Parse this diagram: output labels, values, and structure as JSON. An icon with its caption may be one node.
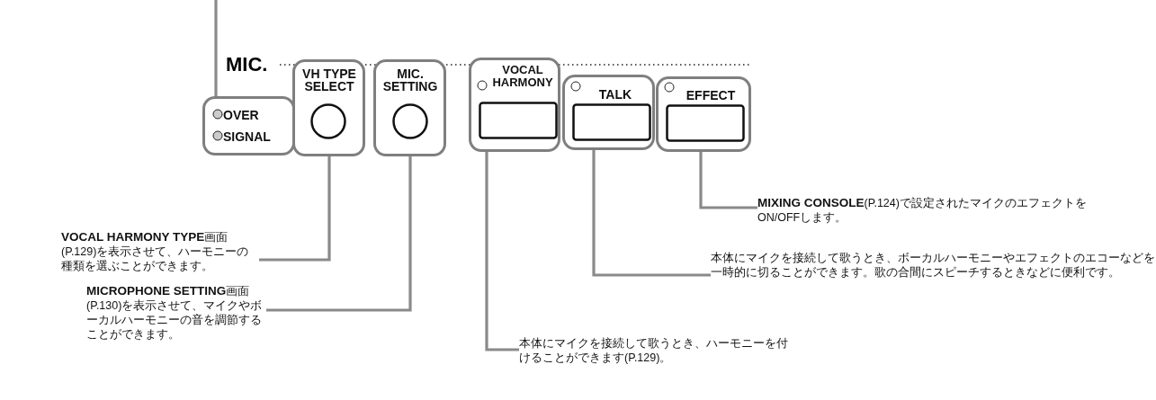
{
  "diagram": {
    "nodes": [
      {
        "text": [
          "OVER",
          "SIGNAL"
        ]
      },
      {
        "text": [
          "VH TYPE SELECT"
        ]
      },
      {
        "text": [
          "MIC. SETTING"
        ]
      },
      {
        "text": [
          "VOCAL HARMONY"
        ]
      },
      {
        "text": [
          "TALK"
        ]
      },
      {
        "text": [
          "EFFECT"
        ]
      },
      {
        "text": [
          "**VOCAL HARMONY TYPE**画面(P.129)を表示させて、ハーモニーの種類を選ぶことができます。"
        ]
      },
      {
        "text": [
          "**MICROPHONE SETTING**画面(P.130)を表示させて、マイクやボーカルハーモニーの音を調節することができます。"
        ]
      },
      {
        "text": [
          "本体にマイクを接続して歌うとき、ハーモニーを付けることができます(P.129)。"
        ]
      },
      {
        "text": [
          "本体にマイクを接続して歌うとき、ボーカルハーモニーやエフェクトのエコーなどを一時的に切ることができます。歌の合間にスピーチするときなどに便利です。"
        ]
      },
      {
        "text": [
          "**MIXING CONSOLE**(P.124)で設定されたマイクのエフェクトをON/OFFします。"
        ]
      }
    ],
    "edges": [
      {
        "from": 0,
        "to": null,
        "arrow": "none"
      },
      {
        "from": 1,
        "to": 6,
        "arrow": "none"
      },
      {
        "from": 2,
        "to": 7,
        "arrow": "none"
      },
      {
        "from": 3,
        "to": 8,
        "arrow": "none"
      },
      {
        "from": 4,
        "to": 9,
        "arrow": "none"
      },
      {
        "from": 5,
        "to": 10,
        "arrow": "none"
      }
    ],
    "labels": [
      "MIC."
    ]
  }
}
